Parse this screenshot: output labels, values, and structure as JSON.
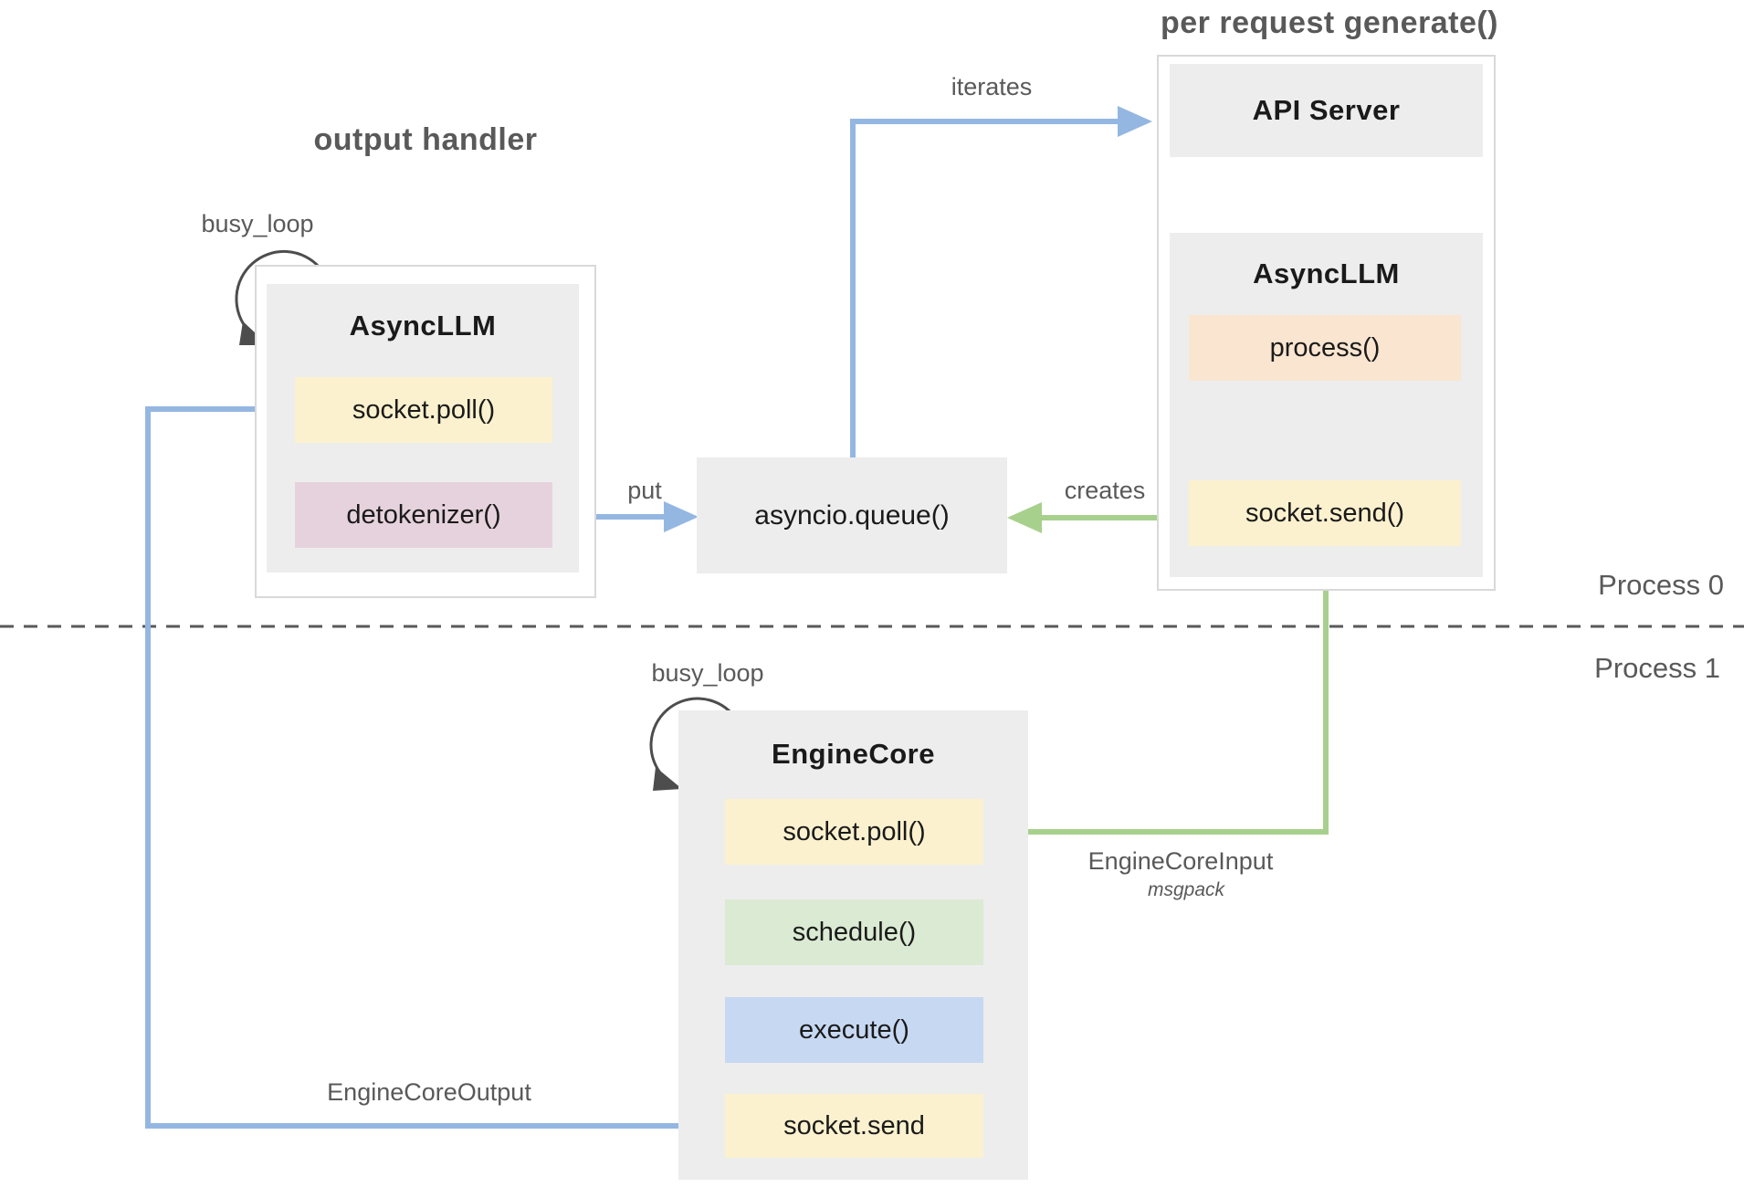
{
  "titles": {
    "left": "output handler",
    "right": "per request generate()"
  },
  "process_labels": {
    "top": "Process 0",
    "bottom": "Process 1"
  },
  "edge_labels": {
    "busy_loop_left": "busy_loop",
    "busy_loop_bottom": "busy_loop",
    "iterates": "iterates",
    "put": "put",
    "creates": "creates",
    "engine_core_input": "EngineCoreInput",
    "msgpack": "msgpack",
    "engine_core_output": "EngineCoreOutput"
  },
  "left_group": {
    "title": "AsyncLLM",
    "boxes": [
      {
        "label": "socket.poll()",
        "color": "#FBF1CE"
      },
      {
        "label": "detokenizer()",
        "color": "#E6D2DC"
      }
    ]
  },
  "queue": {
    "label": "asyncio.queue()"
  },
  "right_group": {
    "api_server": "API Server",
    "title": "AsyncLLM",
    "boxes": [
      {
        "label": "process()",
        "color": "#FAE5D0"
      },
      {
        "label": "socket.send()",
        "color": "#FBF1CE"
      }
    ]
  },
  "engine_core": {
    "title": "EngineCore",
    "boxes": [
      {
        "label": "socket.poll()",
        "color": "#FBF1CE"
      },
      {
        "label": "schedule()",
        "color": "#DBEAD3"
      },
      {
        "label": "execute()",
        "color": "#C7D8F2"
      },
      {
        "label": "socket.send",
        "color": "#FBF1CE"
      }
    ]
  },
  "colors": {
    "arrow_blue": "#94B7E2",
    "arrow_green": "#A8D08D",
    "box_gray": "#EDEDED",
    "outline": "#D9D9D9",
    "text_dark": "#1A1A1A",
    "text_gray": "#595959",
    "loop_arrow": "#4D4D4D",
    "yellow": "#FBF1CE",
    "pink": "#E6D2DC",
    "peach": "#FAE5D0",
    "light_green": "#DBEAD3",
    "light_blue": "#C7D8F2"
  }
}
